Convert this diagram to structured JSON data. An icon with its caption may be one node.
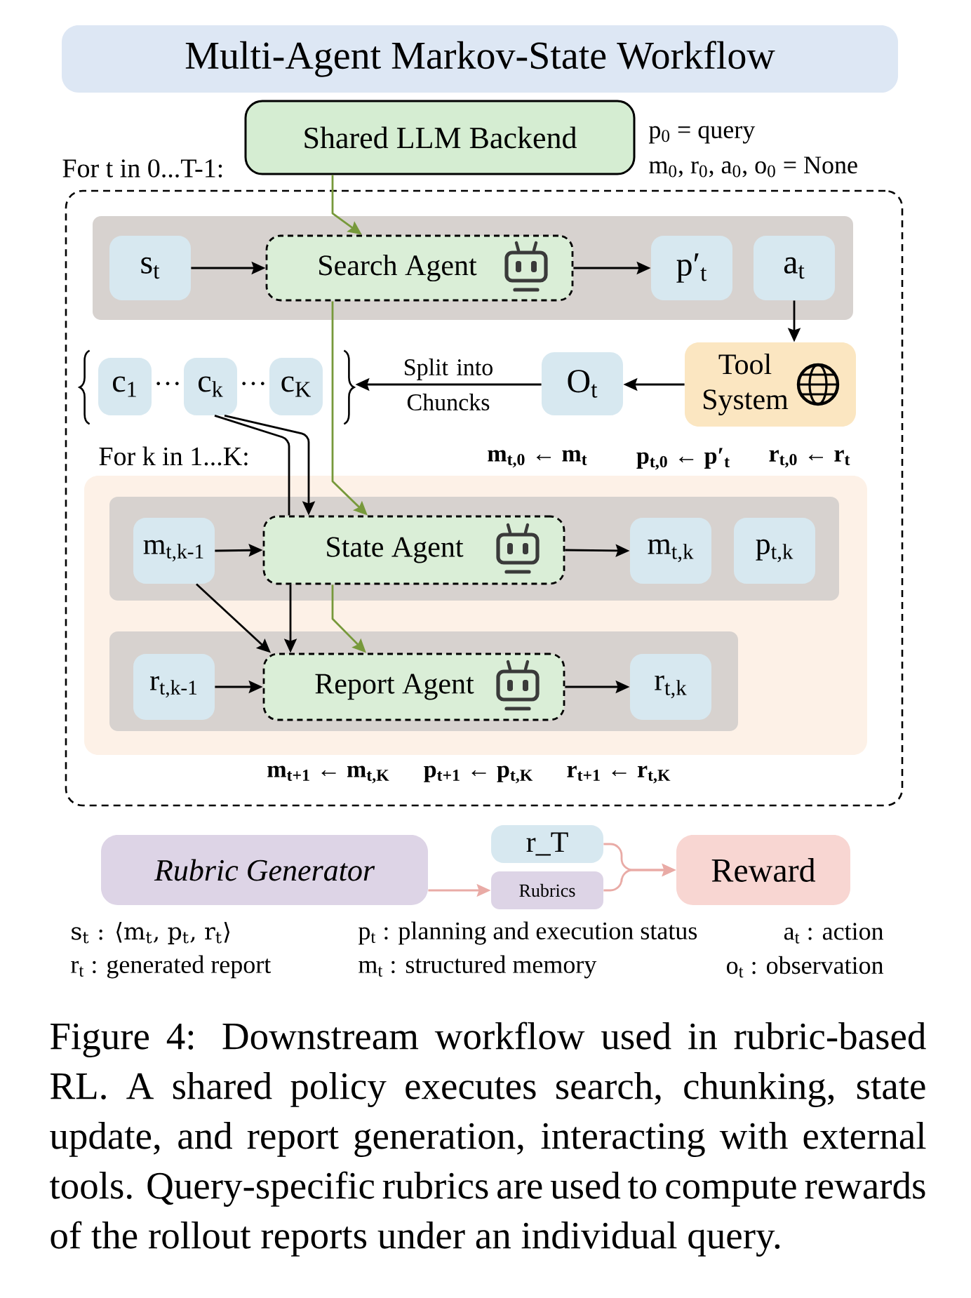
{
  "diagram": {
    "title": "Multi-Agent Markov-State Workflow",
    "caption": "Figure 4: Downstream workflow used in rubric-based RL. A shared policy executes search, chunking, state update, and report generation, interacting with external tools. Query-specific rubrics are used to compute rewards of the rollout reports under an individual query.",
    "nodes": [
      {
        "text": [
          "Shared LLM Backend"
        ]
      },
      {
        "text": [
          "For t in 0...T-1:"
        ]
      },
      {
        "text": [],
        "shape": "box",
        "in": 1
      },
      {
        "text": [
          "s$_{t}$"
        ],
        "in": 2
      },
      {
        "text": [
          "Search Agent"
        ],
        "in": 2
      },
      {
        "text": [
          "p′$_{t}$"
        ],
        "in": 2
      },
      {
        "text": [
          "a$_{t}$"
        ],
        "in": 2
      },
      {
        "text": [
          "Tool System"
        ],
        "in": 1
      },
      {
        "text": [
          "O$_{t}$"
        ],
        "in": 1
      },
      {
        "text": [],
        "shape": "brace",
        "in": 1
      },
      {
        "text": [
          "c$_{1}$"
        ],
        "in": 9
      },
      {
        "text": [
          "c$_{k}$"
        ],
        "in": 9
      },
      {
        "text": [
          "c$_{K}$"
        ],
        "in": 9
      },
      {
        "text": [
          "For k in 1...K:"
        ],
        "in": 1
      },
      {
        "text": [],
        "shape": "box",
        "in": 13
      },
      {
        "text": [
          "m$_{t,k-1}$"
        ],
        "in": 14
      },
      {
        "text": [
          "State Agent"
        ],
        "in": 14
      },
      {
        "text": [
          "m$_{t,k}$"
        ],
        "in": 14
      },
      {
        "text": [
          "p$_{t,k}$"
        ],
        "in": 14
      },
      {
        "text": [],
        "shape": "box",
        "in": 13
      },
      {
        "text": [
          "r$_{t,k-1}$"
        ],
        "in": 19
      },
      {
        "text": [
          "Report Agent"
        ],
        "in": 19
      },
      {
        "text": [
          "r$_{t,k}$"
        ],
        "in": 19
      },
      {
        "text": [
          "Rubric Generator"
        ]
      },
      {
        "text": [
          "r_T"
        ]
      },
      {
        "text": [
          "Rubrics"
        ]
      },
      {
        "text": [
          "Reward"
        ]
      }
    ],
    "edges": [
      {
        "from": 0,
        "to": 4,
        "arrow": "to",
        "color": "#77993b"
      },
      {
        "from": 4,
        "to": 16,
        "arrow": "to",
        "color": "#77993b"
      },
      {
        "from": 16,
        "to": 21,
        "arrow": "to",
        "color": "#77993b"
      },
      {
        "from": 3,
        "to": 4,
        "arrow": "to"
      },
      {
        "from": 4,
        "to": 5,
        "arrow": "to"
      },
      {
        "from": 6,
        "to": 7,
        "arrow": "to"
      },
      {
        "from": 7,
        "to": 8,
        "arrow": "to"
      },
      {
        "from": 8,
        "to": 9,
        "arrow": "to",
        "label": "Split into Chuncks"
      },
      {
        "from": 11,
        "to": 16,
        "arrow": "to"
      },
      {
        "from": 11,
        "to": 16,
        "arrow": "none"
      },
      {
        "from": 15,
        "to": 16,
        "arrow": "to"
      },
      {
        "from": 15,
        "to": 21,
        "arrow": "to"
      },
      {
        "from": 16,
        "to": 17,
        "arrow": "to"
      },
      {
        "from": 16,
        "to": 21,
        "arrow": "to"
      },
      {
        "from": 20,
        "to": 21,
        "arrow": "to"
      },
      {
        "from": 21,
        "to": 22,
        "arrow": "to"
      },
      {
        "from": 23,
        "to": 25,
        "arrow": "to",
        "color": "#e9aba6"
      },
      {
        "from": 24,
        "to": 26,
        "arrow": "to",
        "color": "#e9aba6"
      },
      {
        "from": 25,
        "to": 26,
        "arrow": "to",
        "color": "#e9aba6"
      }
    ],
    "labels": [
      "p$_{0}$ = query",
      "m$_{0}$, r$_{0}$, a$_{0}$, o$_{0}$ = None",
      "···",
      "···",
      "m$_{t,0}$ ← m$_{t}$",
      "p$_{t,0}$ ← p′$_{t}$",
      "r$_{t,0}$ ← r$_{t}$",
      "m$_{t+1}$ ← m$_{t,K}$",
      "p$_{t+1}$ ← p$_{t,K}$",
      "r$_{t+1}$ ← r$_{t,K}$",
      "s$_{t}$ : ⟨m$_{t}$, p$_{t}$, r$_{t}$⟩",
      "p$_{t}$ : planning and execution status",
      "a$_{t}$ : action",
      "r$_{t}$ : generated report",
      "m$_{t}$ : structured memory",
      "o$_{t}$ : observation"
    ]
  }
}
